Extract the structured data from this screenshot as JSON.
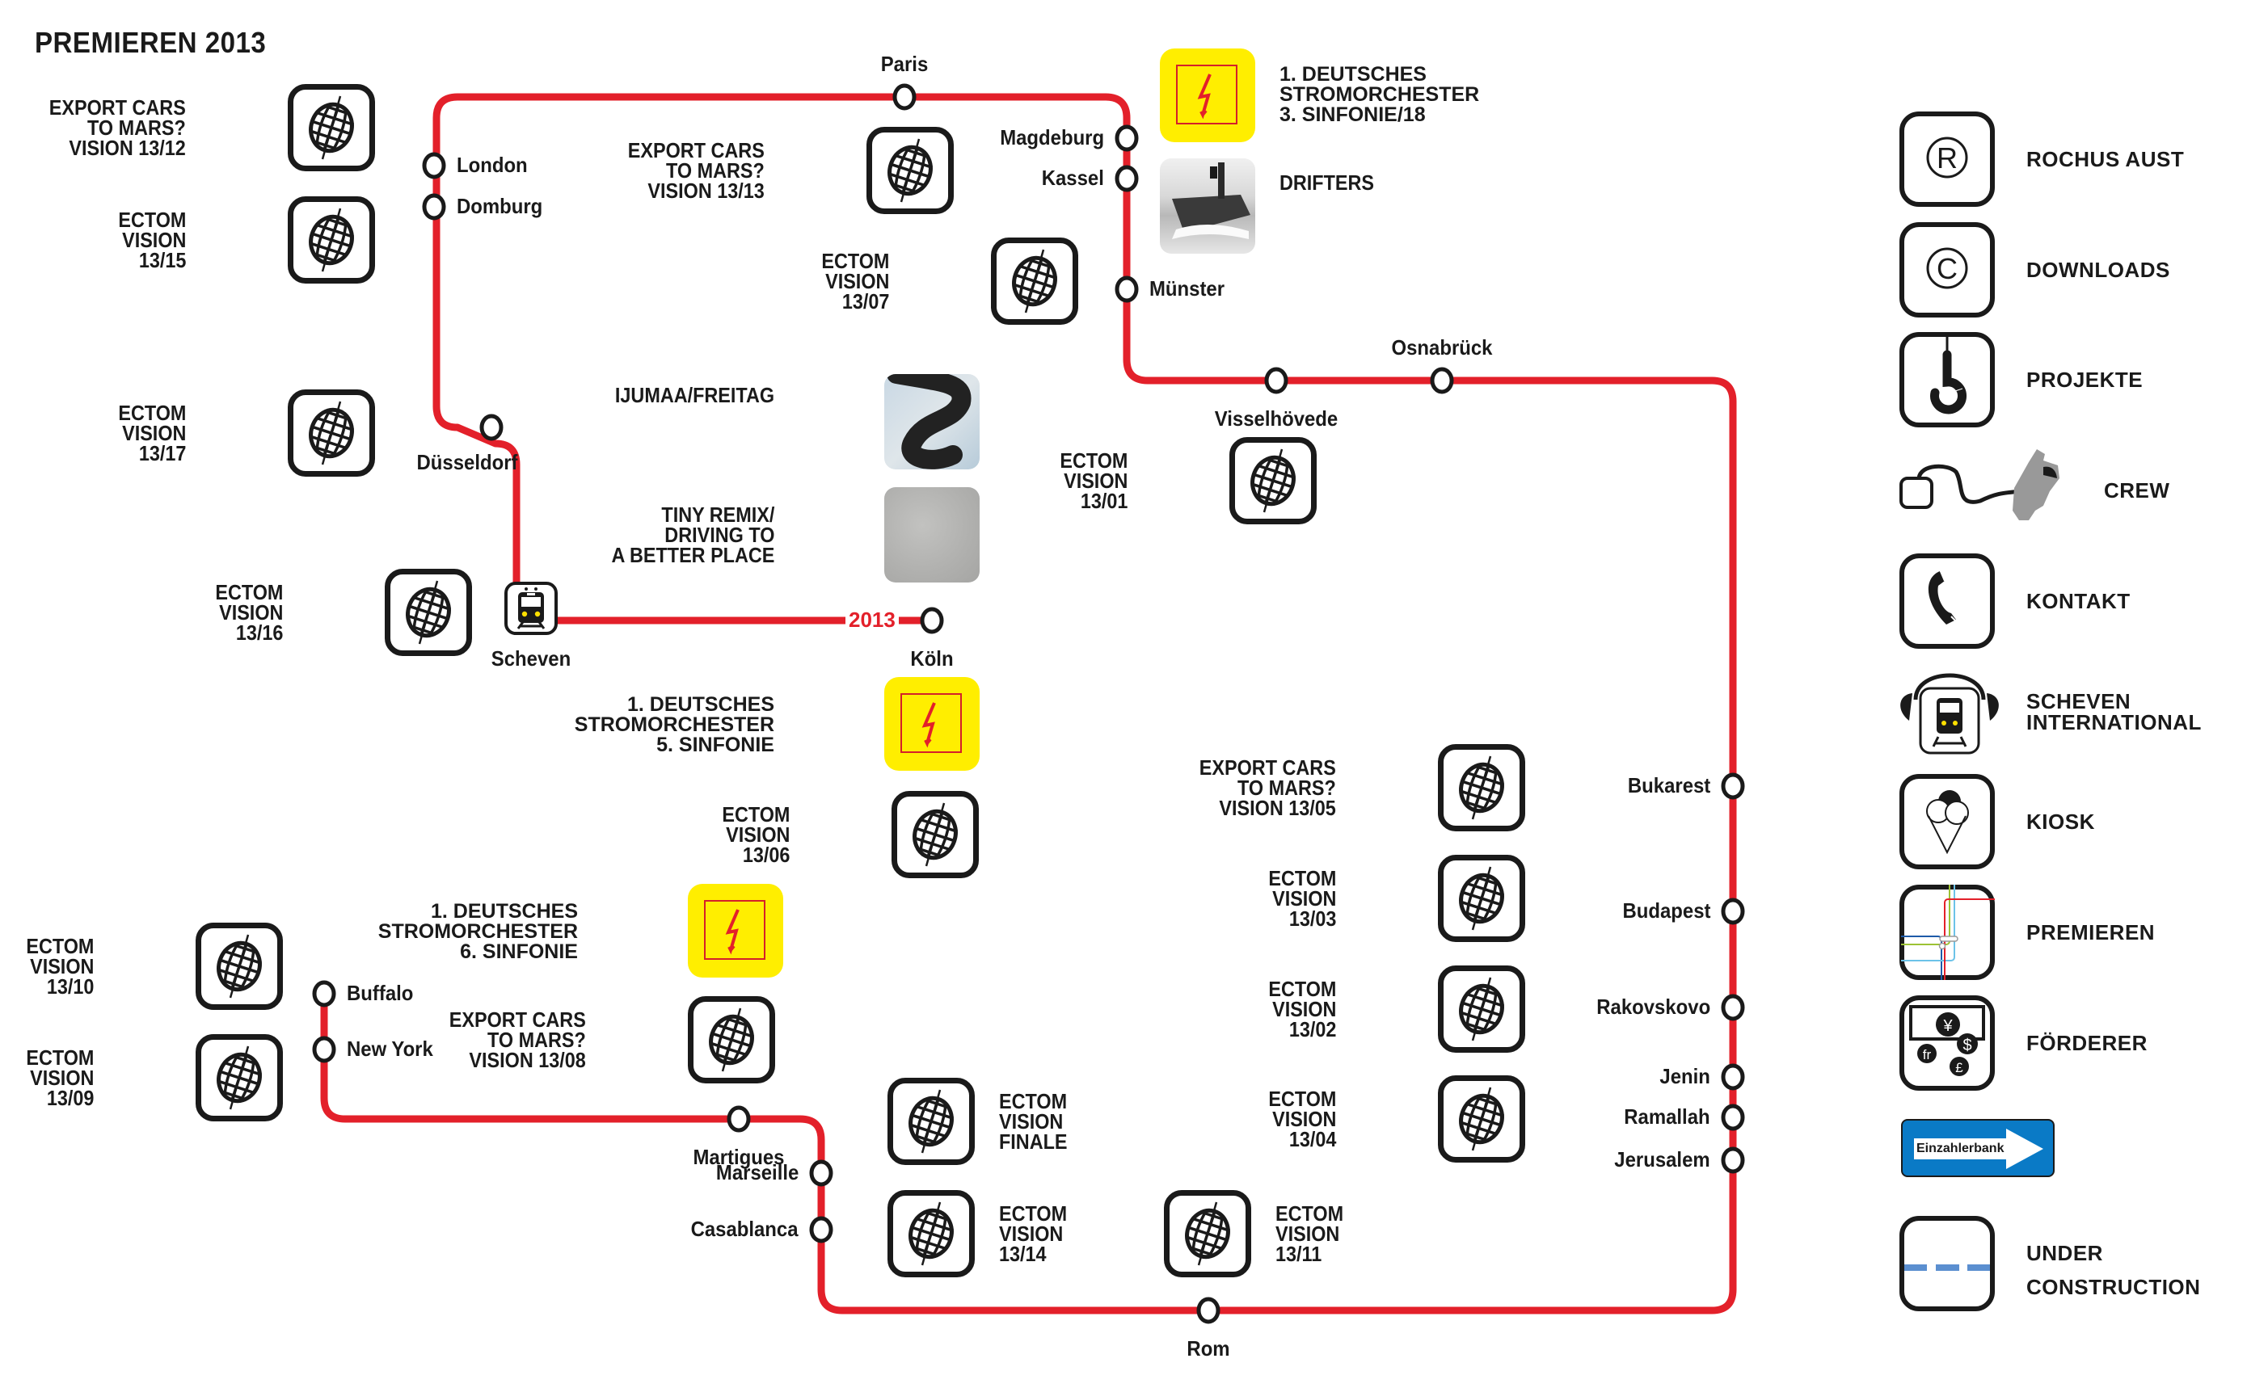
{
  "title": "PREMIEREN 2013",
  "colors": {
    "line": "#e3202a",
    "station_fill": "#ffffff",
    "station_stroke": "#1a1a1a",
    "strom_bg": "#ffee00",
    "strom_bolt": "#e3202a",
    "einzahler_blue": "#0a7ac6",
    "construction_dash": "#5b8fd0"
  },
  "year_label": "2013",
  "stations": [
    {
      "id": "london",
      "name": "London"
    },
    {
      "id": "domburg",
      "name": "Domburg"
    },
    {
      "id": "duesseldorf",
      "name": "Düsseldorf"
    },
    {
      "id": "scheven",
      "name": "Scheven"
    },
    {
      "id": "koeln",
      "name": "Köln"
    },
    {
      "id": "paris",
      "name": "Paris"
    },
    {
      "id": "magdeburg",
      "name": "Magdeburg"
    },
    {
      "id": "kassel",
      "name": "Kassel"
    },
    {
      "id": "muenster",
      "name": "Münster"
    },
    {
      "id": "visselhoevede",
      "name": "Visselhövede"
    },
    {
      "id": "osnabrueck",
      "name": "Osnabrück"
    },
    {
      "id": "bukarest",
      "name": "Bukarest"
    },
    {
      "id": "budapest",
      "name": "Budapest"
    },
    {
      "id": "rakovskovo",
      "name": "Rakovskovo"
    },
    {
      "id": "jenin",
      "name": "Jenin"
    },
    {
      "id": "ramallah",
      "name": "Ramallah"
    },
    {
      "id": "jerusalem",
      "name": "Jerusalem"
    },
    {
      "id": "rom",
      "name": "Rom"
    },
    {
      "id": "casablanca",
      "name": "Casablanca"
    },
    {
      "id": "marseille",
      "name": "Marseille"
    },
    {
      "id": "martigues",
      "name": "Martigues"
    },
    {
      "id": "new-york",
      "name": "New York"
    },
    {
      "id": "buffalo",
      "name": "Buffalo"
    }
  ],
  "works": {
    "ecm_13_12": {
      "label": "EXPORT CARS\nTO MARS?\nVISION 13/12",
      "icon": "globe-icon"
    },
    "ev_13_15": {
      "label": "ECTOM\nVISION\n13/15",
      "icon": "globe-icon"
    },
    "ev_13_17": {
      "label": "ECTOM\nVISION\n13/17",
      "icon": "globe-icon"
    },
    "ev_13_16": {
      "label": "ECTOM\nVISION\n13/16",
      "icon": "globe-icon"
    },
    "ecm_13_13": {
      "label": "EXPORT CARS\nTO MARS?\nVISION 13/13",
      "icon": "globe-icon"
    },
    "ev_13_07": {
      "label": "ECTOM\nVISION\n13/07",
      "icon": "globe-icon"
    },
    "strom_3": {
      "label": "1. DEUTSCHES\nSTROMORCHESTER\n3. SINFONIE/18",
      "icon": "lightning-icon"
    },
    "drifters": {
      "label": "DRIFTERS",
      "icon": "ship-photo"
    },
    "ijumaa": {
      "label": "IJUMAA/FREITAG",
      "icon": "map-scarf-photo"
    },
    "tiny_remix": {
      "label": "TINY REMIX/\nDRIVING TO\nA BETTER PLACE",
      "icon": "asphalt-photo"
    },
    "ev_13_01": {
      "label": "ECTOM\nVISION\n13/01",
      "icon": "globe-icon"
    },
    "strom_5": {
      "label": "1. DEUTSCHES\nSTROMORCHESTER\n5. SINFONIE",
      "icon": "lightning-icon"
    },
    "ev_13_06": {
      "label": "ECTOM\nVISION\n13/06",
      "icon": "globe-icon"
    },
    "strom_6": {
      "label": "1. DEUTSCHES\nSTROMORCHESTER\n6. SINFONIE",
      "icon": "lightning-icon"
    },
    "ecm_13_08": {
      "label": "EXPORT CARS\nTO MARS?\nVISION 13/08",
      "icon": "globe-icon"
    },
    "ev_13_10": {
      "label": "ECTOM\nVISION\n13/10",
      "icon": "globe-icon"
    },
    "ev_13_09": {
      "label": "ECTOM\nVISION\n13/09",
      "icon": "globe-icon"
    },
    "ev_finale": {
      "label": "ECTOM\nVISION\nFINALE",
      "icon": "globe-icon"
    },
    "ev_13_14": {
      "label": "ECTOM\nVISION\n13/14",
      "icon": "globe-icon"
    },
    "ev_13_11": {
      "label": "ECTOM\nVISION\n13/11",
      "icon": "globe-icon"
    },
    "ecm_13_05": {
      "label": "EXPORT CARS\nTO MARS?\nVISION 13/05",
      "icon": "globe-icon"
    },
    "ev_13_03": {
      "label": "ECTOM\nVISION\n13/03",
      "icon": "globe-icon"
    },
    "ev_13_02": {
      "label": "ECTOM\nVISION\n13/02",
      "icon": "globe-icon"
    },
    "ev_13_04": {
      "label": "ECTOM\nVISION\n13/04",
      "icon": "globe-icon"
    }
  },
  "nav": [
    {
      "id": "rochus-aust",
      "label": "ROCHUS AUST",
      "icon": "registered-icon",
      "glyph": "®"
    },
    {
      "id": "downloads",
      "label": "DOWNLOADS",
      "icon": "copyright-icon",
      "glyph": "©"
    },
    {
      "id": "projekte",
      "label": "PROJEKTE",
      "icon": "crane-hook-icon"
    },
    {
      "id": "crew",
      "label": "CREW",
      "icon": "plug-cable-icon"
    },
    {
      "id": "kontakt",
      "label": "KONTAKT",
      "icon": "phone-handset-icon"
    },
    {
      "id": "scheven-international",
      "label": "SCHEVEN\nINTERNATIONAL",
      "icon": "train-headphones-icon"
    },
    {
      "id": "kiosk",
      "label": "KIOSK",
      "icon": "ice-cream-icon"
    },
    {
      "id": "premieren",
      "label": "PREMIEREN",
      "icon": "transit-map-icon"
    },
    {
      "id": "foerderer",
      "label": "FÖRDERER",
      "icon": "currency-icon",
      "currency_glyphs": [
        "¥",
        "$",
        "fr",
        "£"
      ]
    },
    {
      "id": "einzahlerbank",
      "label": "Einzahlerbank",
      "icon": "one-way-arrow-sign"
    },
    {
      "id": "under-construction",
      "label": "UNDER\n\nCONSTRUCTION",
      "icon": "dashed-line-icon"
    }
  ]
}
